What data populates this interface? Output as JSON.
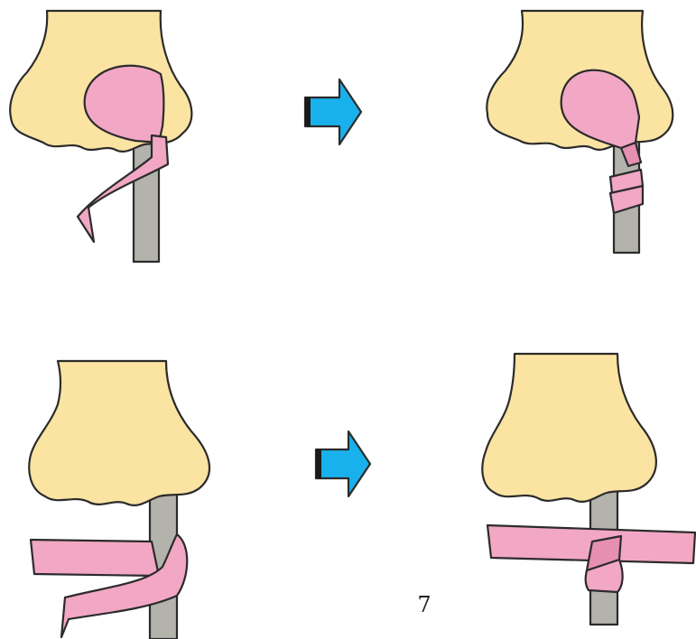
{
  "page": {
    "number": "7"
  },
  "colors": {
    "bone": "#fbe3a2",
    "ribbon": "#f2a7c4",
    "ribbon_dark": "#e58fb1",
    "rod": "#b3b3ac",
    "arrow": "#19b1ec",
    "outline": "#2b2b2b",
    "background": "#ffffff"
  },
  "panels": [
    {
      "id": "top-left",
      "icon": "bone-with-looped-ribbon"
    },
    {
      "id": "top-right",
      "icon": "bone-with-wrapped-ribbon"
    },
    {
      "id": "bottom-left",
      "icon": "bone-with-crossing-ribbon"
    },
    {
      "id": "bottom-right",
      "icon": "bone-with-tied-ribbon"
    }
  ],
  "arrows": [
    {
      "id": "top-arrow",
      "icon": "right-arrow-icon"
    },
    {
      "id": "bottom-arrow",
      "icon": "right-arrow-icon"
    }
  ]
}
